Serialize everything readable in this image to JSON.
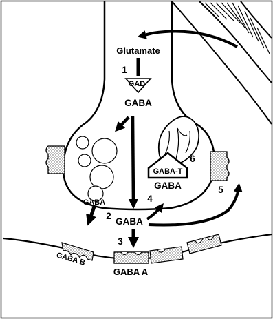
{
  "diagram": {
    "labels": {
      "glutamate": "Glutamate",
      "gad": "GAD",
      "gaba_top": "GABA",
      "gaba_vesicle": "GABA",
      "gaba_synapse": "GABA",
      "gaba_t": "GABA-T",
      "gaba_mito": "GABA",
      "gaba_b": "GABA B",
      "gaba_a": "GABA A"
    },
    "steps": {
      "s1": "1",
      "s2": "2",
      "s3": "3",
      "s4": "4",
      "s5": "5",
      "s6": "6"
    }
  }
}
